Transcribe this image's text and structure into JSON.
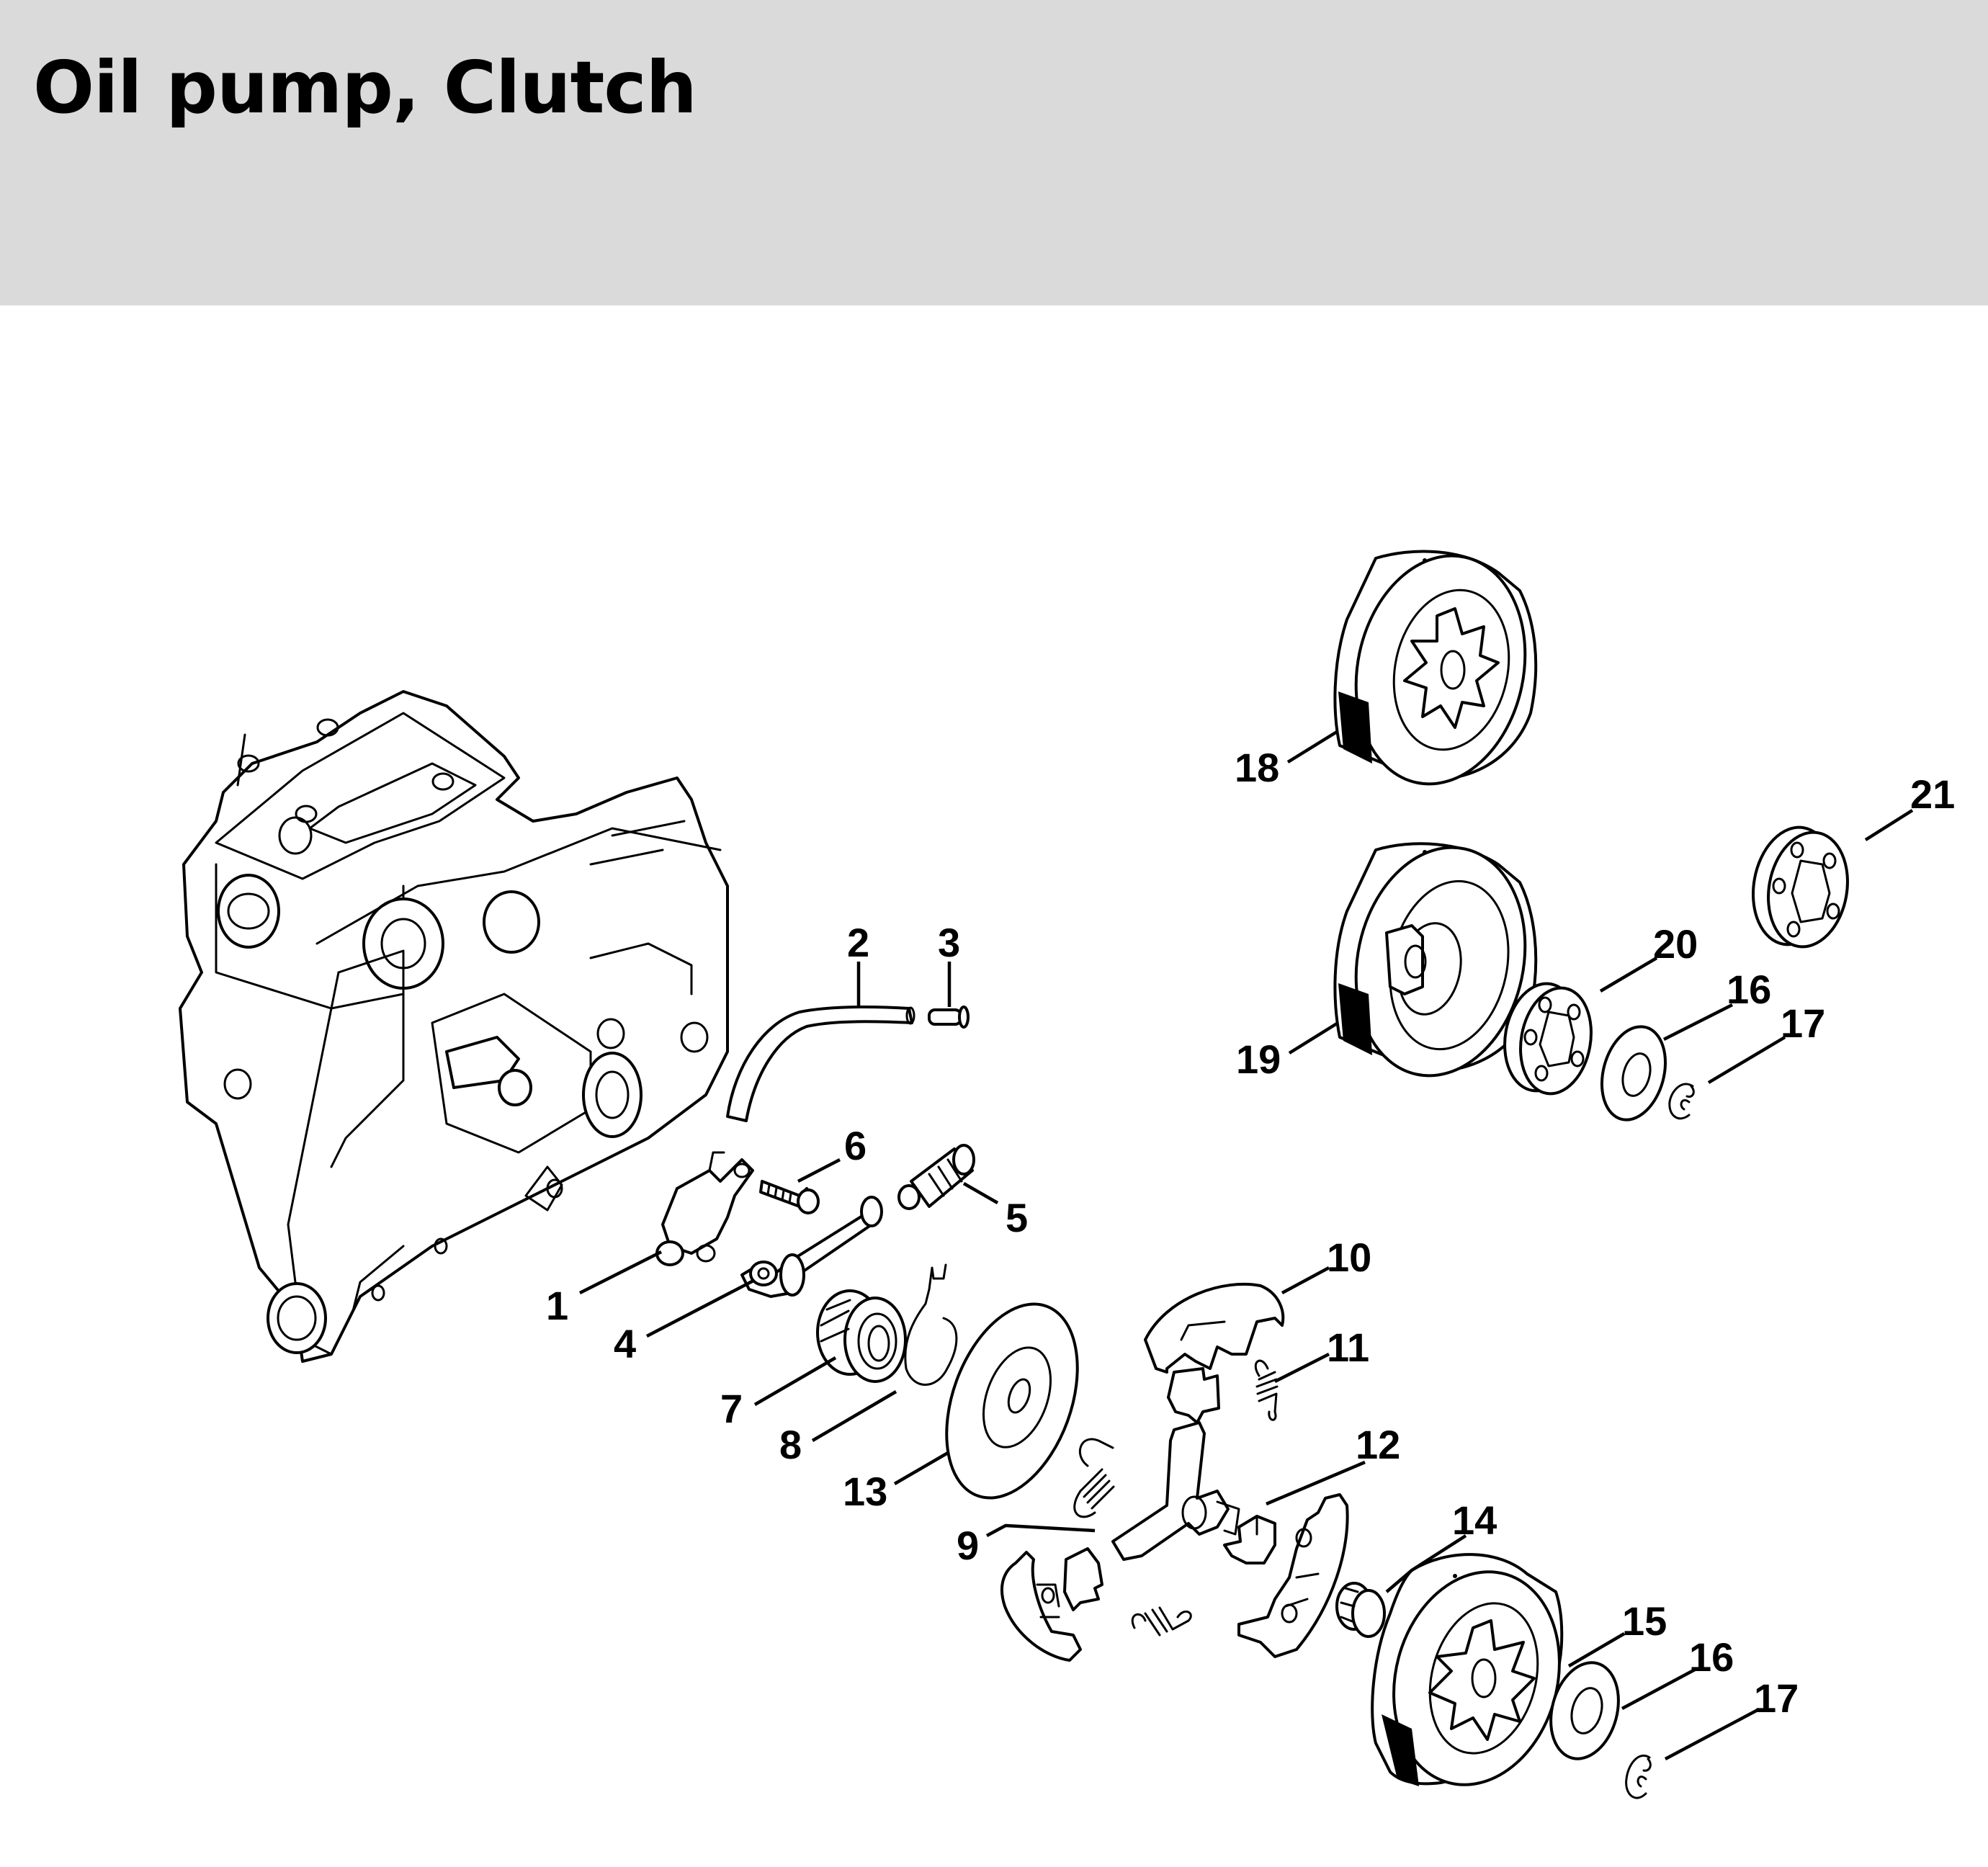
{
  "header": {
    "title": "Oil pump, Clutch",
    "background_color": "#d9dad9"
  },
  "diagram": {
    "type": "exploded-parts-view",
    "callouts": [
      {
        "id": "c1",
        "label": "1",
        "part": "oil-pump"
      },
      {
        "id": "c2",
        "label": "2",
        "part": "oil-hose"
      },
      {
        "id": "c3",
        "label": "3",
        "part": "hose-connector"
      },
      {
        "id": "c4",
        "label": "4",
        "part": "suction-hose"
      },
      {
        "id": "c5",
        "label": "5",
        "part": "pickup-body-filter"
      },
      {
        "id": "c6",
        "label": "6",
        "part": "screw"
      },
      {
        "id": "c7",
        "label": "7",
        "part": "worm"
      },
      {
        "id": "c8",
        "label": "8",
        "part": "spring-clip"
      },
      {
        "id": "c9",
        "label": "9",
        "part": "clutch-assembly"
      },
      {
        "id": "c10",
        "label": "10",
        "part": "clutch-shoe"
      },
      {
        "id": "c11",
        "label": "11",
        "part": "tension-spring"
      },
      {
        "id": "c12",
        "label": "12",
        "part": "thrust-piece"
      },
      {
        "id": "c13",
        "label": "13",
        "part": "washer-disc"
      },
      {
        "id": "c14",
        "label": "14",
        "part": "needle-cage"
      },
      {
        "id": "c15",
        "label": "15",
        "part": "clutch-drum-spur"
      },
      {
        "id": "c16a",
        "label": "16",
        "part": "washer"
      },
      {
        "id": "c17a",
        "label": "17",
        "part": "e-clip"
      },
      {
        "id": "c18",
        "label": "18",
        "part": "clutch-drum-spur-alt"
      },
      {
        "id": "c19",
        "label": "19",
        "part": "clutch-drum-rim"
      },
      {
        "id": "c20",
        "label": "20",
        "part": "rim-sprocket"
      },
      {
        "id": "c21",
        "label": "21",
        "part": "rim-sprocket-alt"
      },
      {
        "id": "c16b",
        "label": "16",
        "part": "washer"
      },
      {
        "id": "c17b",
        "label": "17",
        "part": "e-clip"
      }
    ]
  }
}
